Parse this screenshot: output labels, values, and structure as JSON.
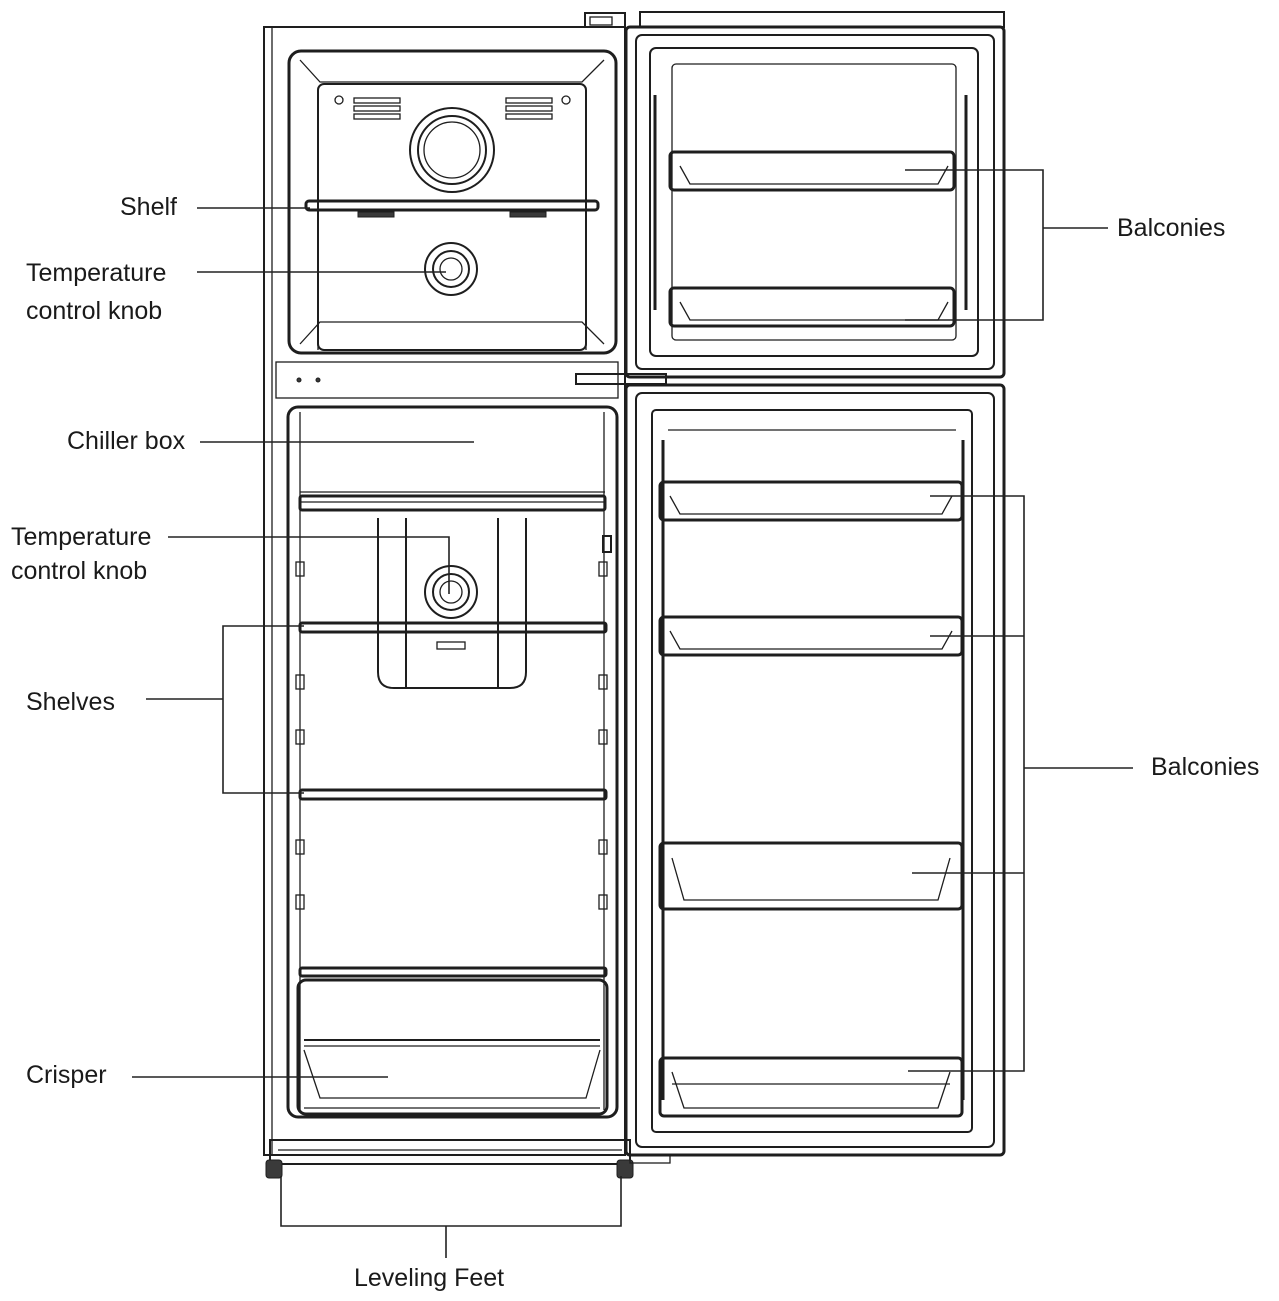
{
  "labels": {
    "shelf": "Shelf",
    "freezer_knob_l1": "Temperature",
    "freezer_knob_l2": "control knob",
    "chiller_box": "Chiller box",
    "fridge_knob_l1": "Temperature",
    "fridge_knob_l2": "control knob",
    "shelves": "Shelves",
    "crisper": "Crisper",
    "leveling_feet": "Leveling Feet",
    "upper_balconies": "Balconies",
    "lower_balconies": "Balconies"
  }
}
